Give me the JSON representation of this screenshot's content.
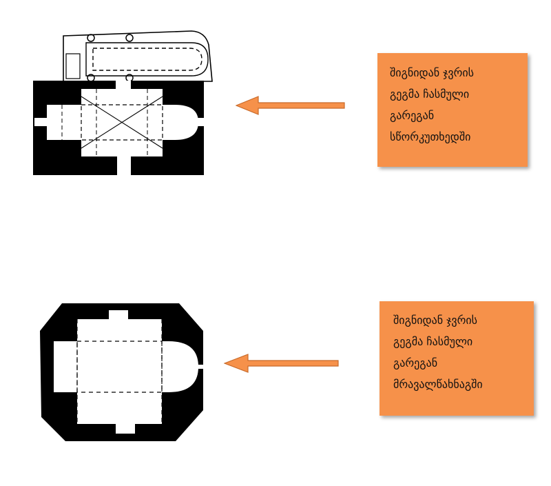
{
  "colors": {
    "wall": "#000000",
    "arrow_fill": "#f6914a",
    "box_fill": "#f6914a",
    "text": "#111111"
  },
  "icons": {
    "plan_1": "church-floor-plan-rectangular",
    "plan_2": "church-floor-plan-octagonal",
    "arrow": "left-arrow-icon"
  },
  "annotations": [
    {
      "lines": [
        "შიგნიდან ჯვრის",
        "გეგმა ჩასმული",
        "გარეგან",
        "სწორკუთხედში"
      ]
    },
    {
      "lines": [
        "შიგნიდან ჯვრის",
        "გეგმა ჩასმული",
        "გარეგან",
        "მრავალწახნაგში"
      ]
    }
  ]
}
